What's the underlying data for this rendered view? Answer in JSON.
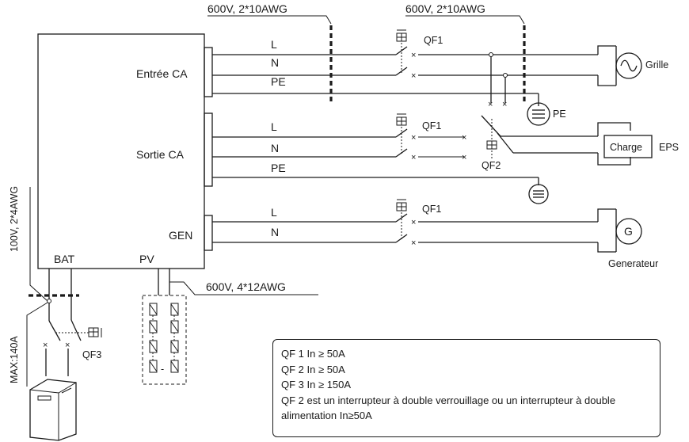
{
  "cables": {
    "ac_grid_1": "600V, 2*10AWG",
    "ac_grid_2": "600V, 2*10AWG",
    "pv": "600V, 4*12AWG",
    "battery": "100V, 2*4AWG",
    "battery_max": "MAX:140A"
  },
  "ports": {
    "ac_in": "Entrée CA",
    "ac_out": "Sortie CA",
    "gen": "GEN",
    "bat": "BAT",
    "pv": "PV"
  },
  "wires": {
    "l": "L",
    "n": "N",
    "pe": "PE"
  },
  "breakers": {
    "qf1": "QF1",
    "qf2": "QF2",
    "qf3": "QF3"
  },
  "loads": {
    "grid": "Grille",
    "pe": "PE",
    "charge": "Charge",
    "eps": "EPS",
    "generator_symbol": "G",
    "generator": "Generateur",
    "pv_dash": "-"
  },
  "notes": [
    "QF 1    In ≥ 50A",
    "QF 2    In ≥ 50A",
    "QF 3    In ≥ 150A",
    "QF 2 est un interrupteur à double verrouillage ou un interrupteur à double alimentation In≥50A"
  ]
}
